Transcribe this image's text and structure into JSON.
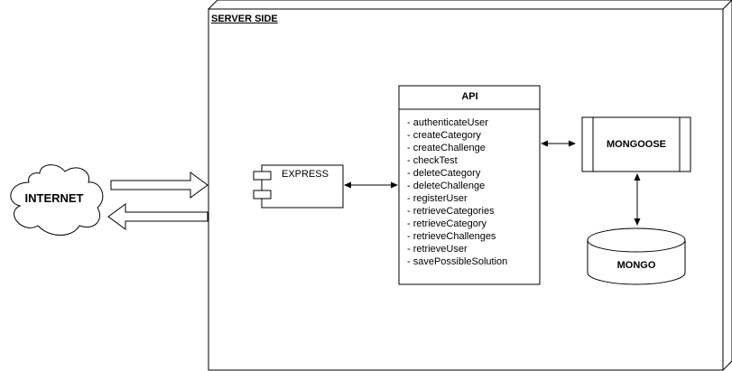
{
  "server": {
    "title": "SERVER SIDE"
  },
  "internet": {
    "label": "INTERNET"
  },
  "express": {
    "label": "EXPRESS"
  },
  "api": {
    "title": "API",
    "methods": [
      "- authenticateUser",
      "- createCategory",
      "- createChallenge",
      "- checkTest",
      "- deleteCategory",
      "- deleteChallenge",
      "- registerUser",
      "- retrieveCategories",
      "- retrieveCategory",
      "- retrieveChallenges",
      "- retrieveUser",
      "- savePossibleSolution"
    ]
  },
  "mongoose": {
    "label": "MONGOOSE"
  },
  "mongo": {
    "label": "MONGO"
  },
  "colors": {
    "stroke": "#000000",
    "fill": "#ffffff"
  }
}
